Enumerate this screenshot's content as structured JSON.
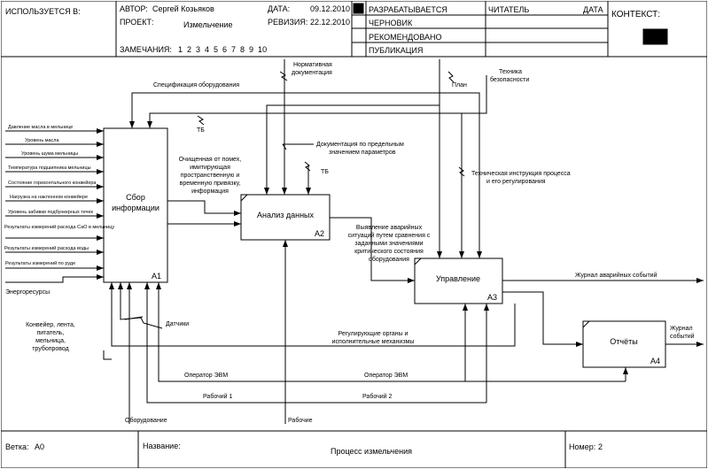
{
  "header": {
    "used_at_label": "ИСПОЛЬЗУЕТСЯ В:",
    "author_label": "АВТОР:",
    "author_value": "Сергей Козьяков",
    "project_label": "ПРОЕКТ:",
    "project_value": "Измельчение",
    "date_label": "ДАТА:",
    "date_value": "09.12.2010",
    "revision_label": "РЕВИЗИЯ:",
    "revision_value": "22.12.2010",
    "notes_label": "ЗАМЕЧАНИЯ:",
    "notes_numbers": "1  2  3  4  5  6  7  8  9  10",
    "status": [
      "РАЗРАБАТЫВАЕТСЯ",
      "ЧЕРНОВИК",
      "РЕКОМЕНДОВАНО",
      "ПУБЛИКАЦИЯ"
    ],
    "reader_label": "ЧИТАТЕЛЬ",
    "reader_date_label": "ДАТА",
    "context_label": "КОНТЕКСТ:"
  },
  "boxes": [
    {
      "title1": "Сбор",
      "title2": "информации",
      "code": "А1"
    },
    {
      "title1": "Анализ данных",
      "title2": "",
      "code": "А2"
    },
    {
      "title1": "Управление",
      "title2": "",
      "code": "А3"
    },
    {
      "title1": "Отчёты",
      "title2": "",
      "code": "А4"
    }
  ],
  "inputs_a1": [
    "Давление масла в мельнице",
    "Уровень масла",
    "Уровень шума мельницы",
    "Температура подшипника мельницы",
    "Состояние горизонтального конвейера",
    "Нагрузка на наклонном конвейере",
    "Уровень забивки подбункерных течек",
    "Результаты измерений расхода СаО в мельницу",
    "Результаты измерений расхода воды",
    "Результаты измерений по руде"
  ],
  "arrows": {
    "energy": "Энергоресурсы",
    "equipment_spec": "Спецификация оборудования",
    "normative_doc1": "Нормативная",
    "normative_doc2": "документация",
    "plan": "План",
    "safety1": "Техника",
    "safety2": "безопасности",
    "tb1": "ТБ",
    "tb2": "ТБ",
    "doc_limits1": "Документация по предельным",
    "doc_limits2": "значением параметров",
    "tech_instr1": "Техническая инструкция процесса",
    "tech_instr2": "и его регулирования",
    "cleaned1": "Очищенная от помех,",
    "cleaned2": "имитирующая",
    "cleaned3": "пространственную и",
    "cleaned4": "временную привязку,",
    "cleaned5": "информация",
    "detect1": "Выявление аварийных",
    "detect2": "ситуаций путем сравнения с",
    "detect3": "заданными значениями",
    "detect4": "критического состояния",
    "detect5": "оборудования",
    "alarm_log": "Журнал аварийных событий",
    "events_log1": "Журнал",
    "events_log2": "событий",
    "regulators1": "Регулирующие органы и",
    "regulators2": "исполнительные механизмы",
    "conveyor1": "Конвейер, лента,",
    "conveyor2": "питатель,",
    "conveyor3": "мельница,",
    "conveyor4": "трубопровод",
    "sensors": "Датчики",
    "operator1": "Оператор ЭВМ",
    "operator2": "Оператор ЭВМ",
    "worker1": "Рабочий 1",
    "worker2": "Рабочий 2",
    "equipment": "Оборудование",
    "workers": "Рабочие"
  },
  "footer": {
    "node_label": "Ветка:",
    "node_value": "А0",
    "title_label": "Название:",
    "title_value": "Процесс измельчения",
    "number_label": "Номер:",
    "number_value": "2"
  }
}
